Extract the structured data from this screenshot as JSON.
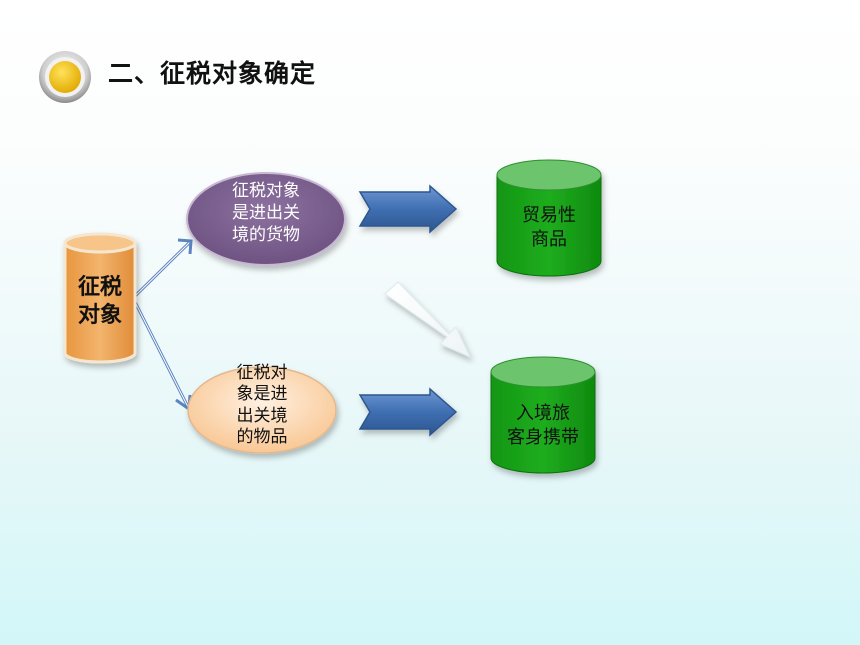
{
  "title": "二、征税对象确定",
  "diagram": {
    "source": {
      "lines": [
        "征税",
        "对象"
      ]
    },
    "goods_node": {
      "lines": [
        "征税对象",
        "是进出关",
        "境的货物"
      ]
    },
    "articles_node": {
      "lines": [
        "征税对",
        "象是进",
        "出关境",
        "的物品"
      ]
    },
    "trade_goods": {
      "lines": [
        "贸易性",
        "商品"
      ]
    },
    "traveler_items": {
      "lines": [
        "入境旅",
        "客身携带"
      ]
    }
  },
  "colors": {
    "source_fill": "#eda75c",
    "goods_ellipse": "#7e6290",
    "articles_ellipse": "#fbd1a6",
    "cylinder_green": "#18a018",
    "arrow_blue": "#3f6fb2"
  }
}
